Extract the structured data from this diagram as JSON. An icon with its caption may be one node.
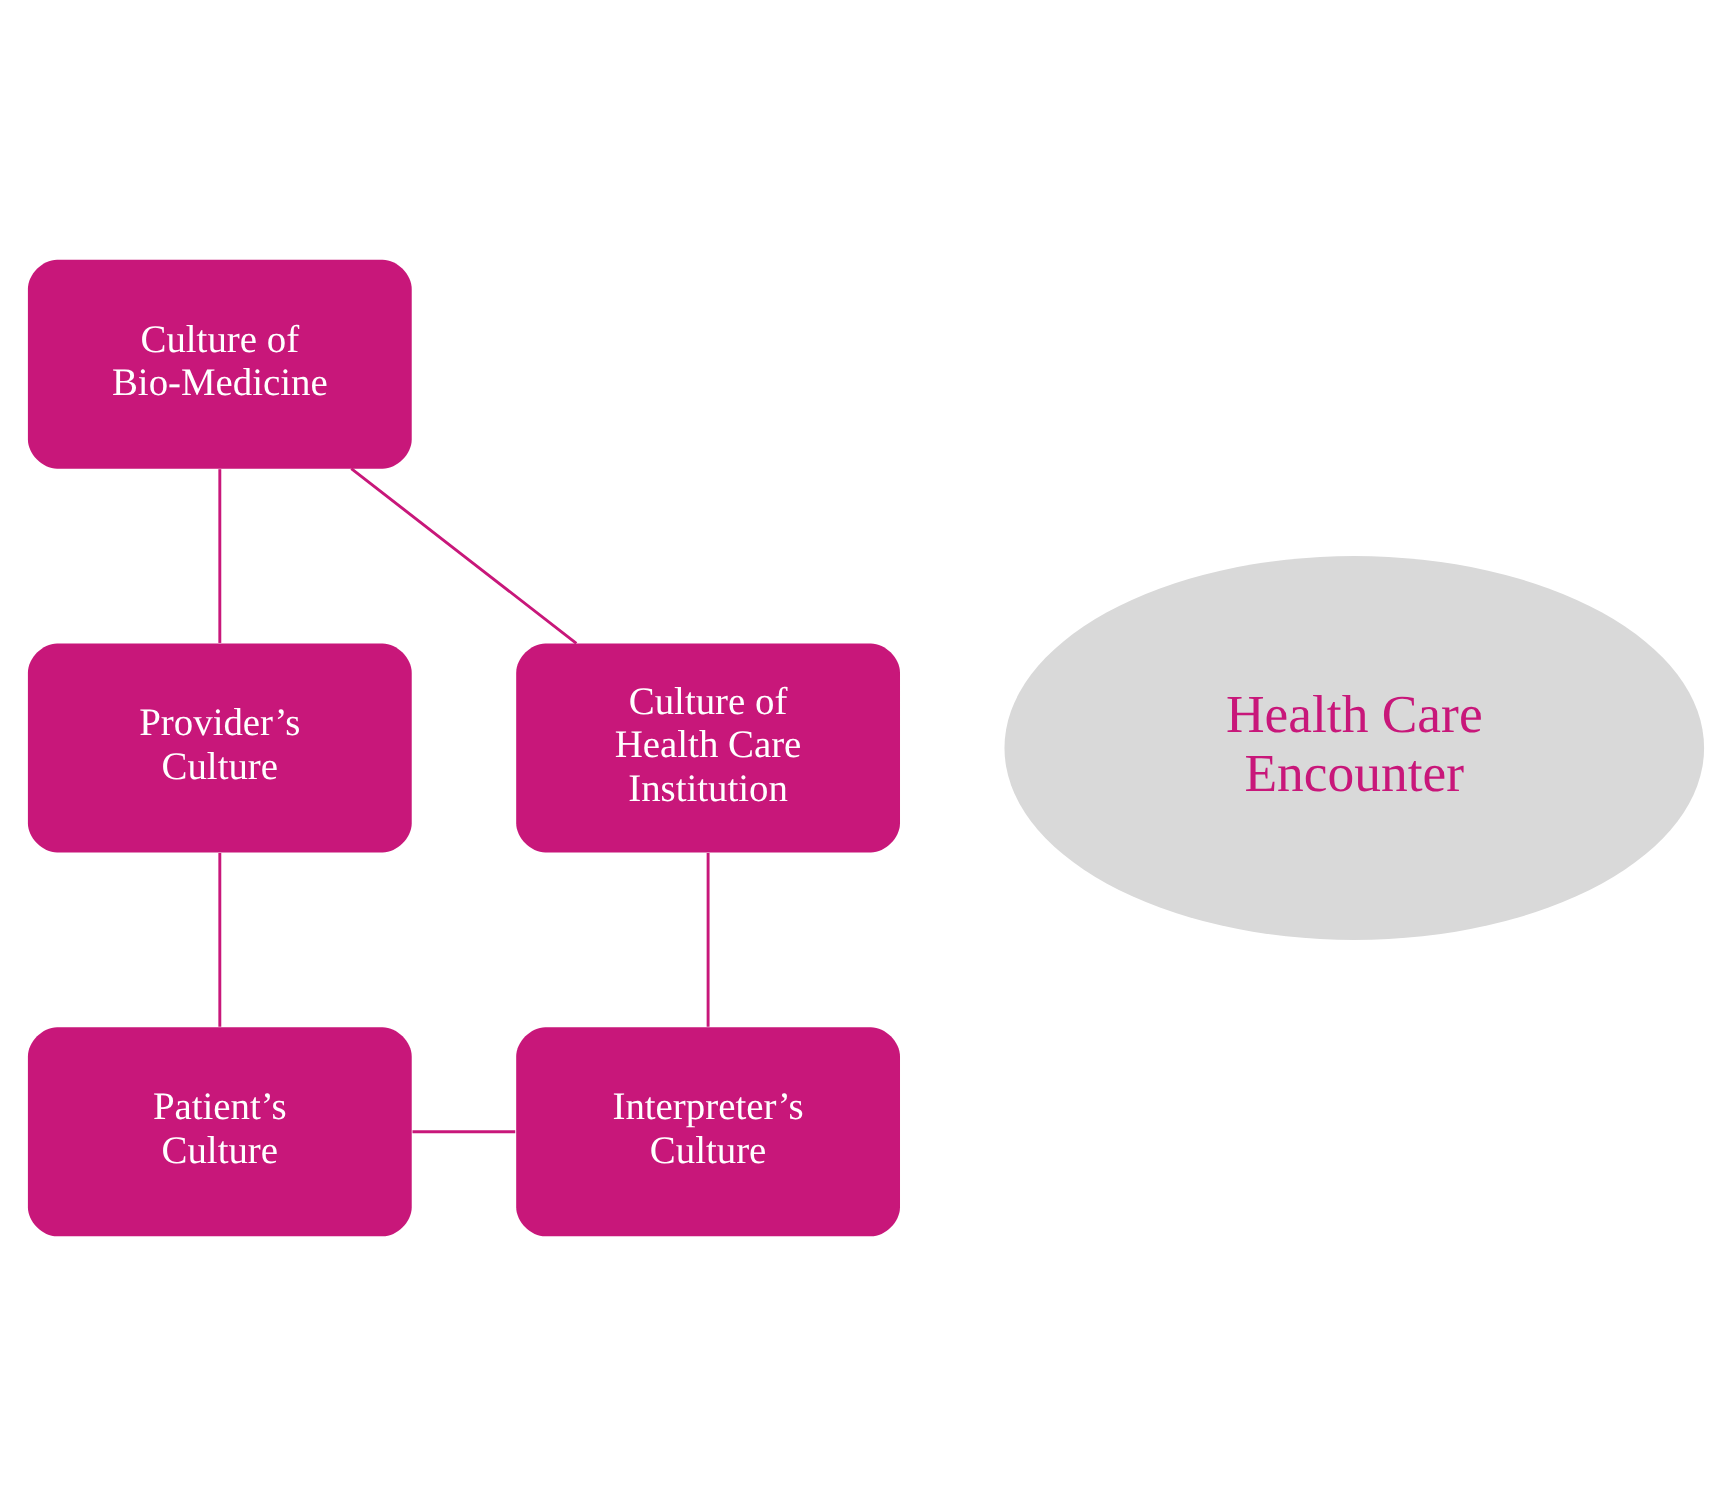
{
  "diagram": {
    "nodes": [
      {
        "text": [
          "Culture of Bio-Medicine"
        ]
      },
      {
        "text": [
          "Provider’s Culture"
        ]
      },
      {
        "text": [
          "Patient’s Culture"
        ]
      },
      {
        "text": [
          "Interpreter’s Culture"
        ]
      },
      {
        "text": [
          "Culture of Health Care Institution"
        ]
      },
      {
        "text": [
          "Health Care Encounter"
        ]
      }
    ],
    "edges": [
      {
        "from": 0,
        "to": 1,
        "arrow": "none"
      },
      {
        "from": 1,
        "to": 2,
        "arrow": "none"
      },
      {
        "from": 2,
        "to": 3,
        "arrow": "none"
      },
      {
        "from": 3,
        "to": 4,
        "arrow": "none"
      },
      {
        "from": 4,
        "to": 0,
        "arrow": "none"
      }
    ]
  }
}
